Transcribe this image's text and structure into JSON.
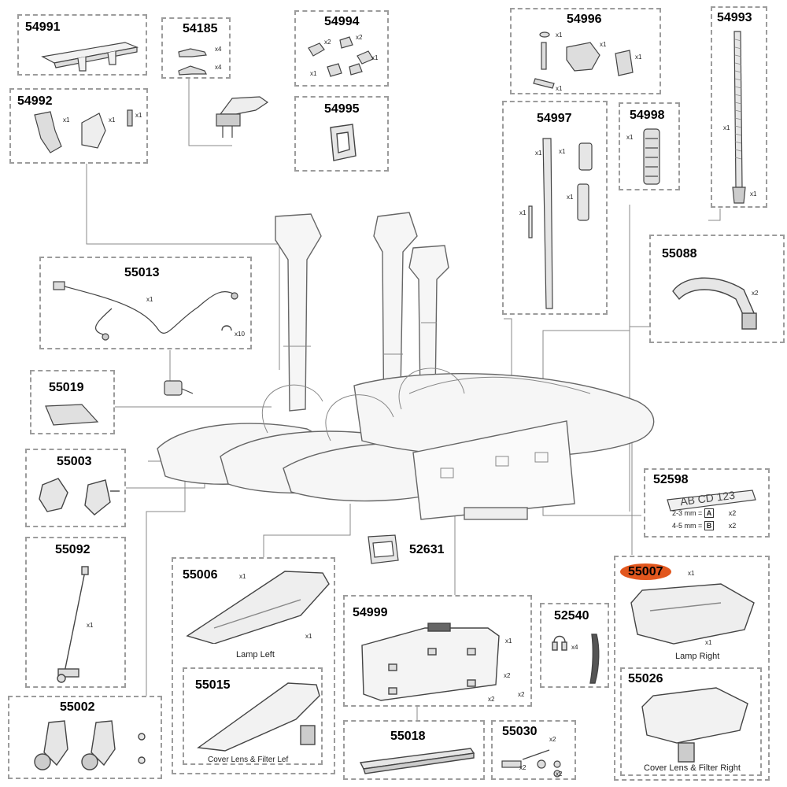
{
  "parts": {
    "p54991": {
      "id": "54991"
    },
    "p54185": {
      "id": "54185",
      "qty": [
        "x4",
        "x4"
      ]
    },
    "p54994": {
      "id": "54994",
      "qty": [
        "x2",
        "x2",
        "x1",
        "x1"
      ]
    },
    "p54996": {
      "id": "54996",
      "qty": [
        "x1",
        "x1",
        "x1",
        "x1"
      ]
    },
    "p54993": {
      "id": "54993",
      "qty": [
        "x1",
        "x1"
      ]
    },
    "p54992": {
      "id": "54992",
      "qty": [
        "x1",
        "x1",
        "x1"
      ]
    },
    "p54995": {
      "id": "54995"
    },
    "p54997": {
      "id": "54997",
      "qty": [
        "x1",
        "x1",
        "x1",
        "x1"
      ]
    },
    "p54998": {
      "id": "54998",
      "qty": [
        "x1"
      ]
    },
    "p55013": {
      "id": "55013",
      "qty": [
        "x1",
        "x10"
      ]
    },
    "p55088": {
      "id": "55088",
      "qty": [
        "x2"
      ]
    },
    "p55019": {
      "id": "55019"
    },
    "p55003": {
      "id": "55003"
    },
    "p52598": {
      "id": "52598",
      "plate": "AB CD 123",
      "row1": "2-3 mm =",
      "row1_letter": "A",
      "row1_qty": "x2",
      "row2": "4-5 mm =",
      "row2_letter": "B",
      "row2_qty": "x2"
    },
    "p55092": {
      "id": "55092",
      "qty": [
        "x1"
      ]
    },
    "p52631": {
      "id": "52631"
    },
    "p55006": {
      "id": "55006",
      "qty": [
        "x1",
        "x1"
      ],
      "caption": "Lamp Left"
    },
    "p54999": {
      "id": "54999",
      "qty": [
        "x1",
        "x2",
        "x2",
        "x2"
      ]
    },
    "p52540": {
      "id": "52540",
      "qty": [
        "x4"
      ]
    },
    "p55007": {
      "id": "55007",
      "qty": [
        "x1",
        "x1"
      ],
      "caption": "Lamp Right",
      "highlight": "#e2571e"
    },
    "p55015": {
      "id": "55015",
      "caption": "Cover Lens & Filter Lef"
    },
    "p55026": {
      "id": "55026",
      "caption": "Cover Lens & Filter Right"
    },
    "p55002": {
      "id": "55002"
    },
    "p55018": {
      "id": "55018"
    },
    "p55030": {
      "id": "55030",
      "qty": [
        "x2",
        "x2",
        "x2"
      ]
    }
  },
  "colors": {
    "box_border": "#9c9c9c",
    "line": "#888888",
    "highlight": "#e2571e"
  }
}
